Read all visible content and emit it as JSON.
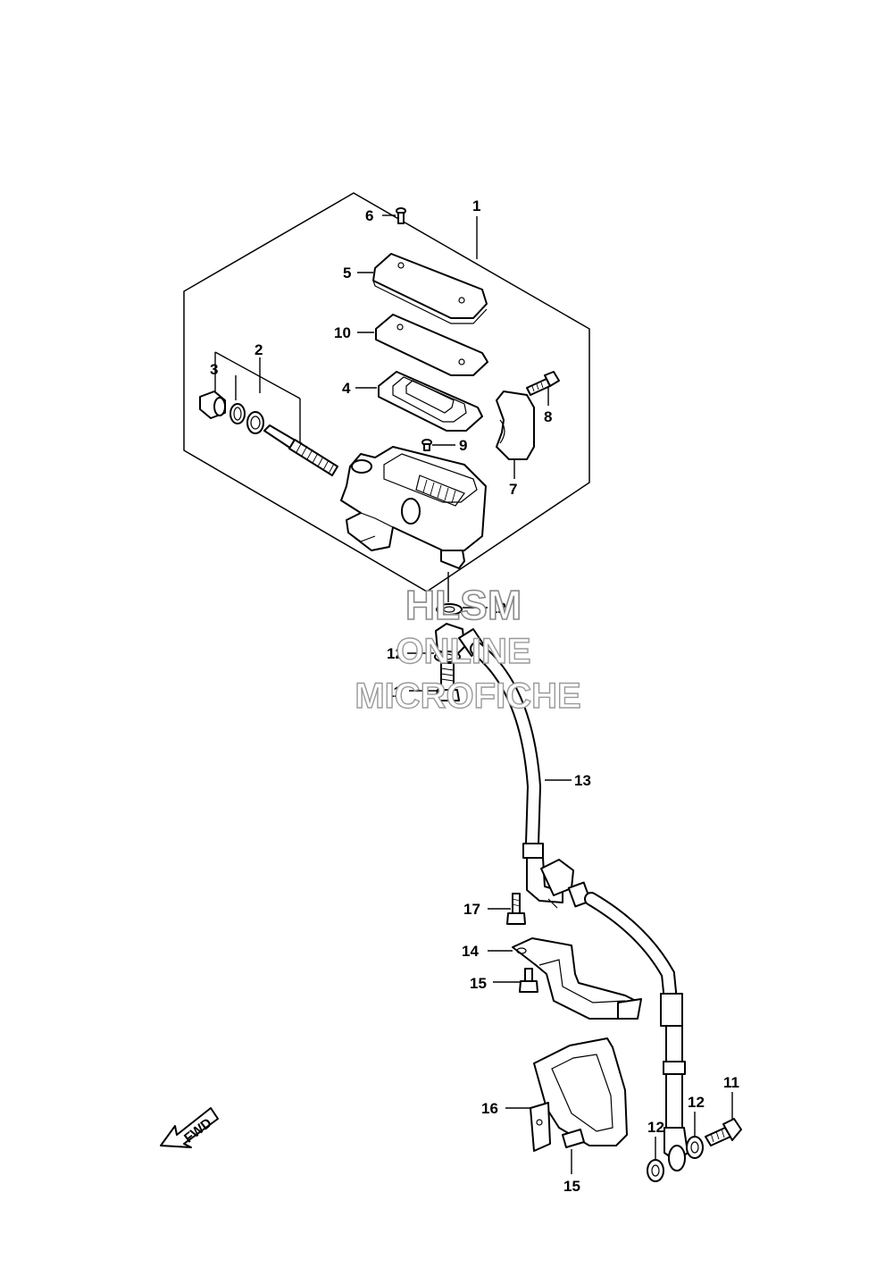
{
  "callouts": {
    "c1": "1",
    "c2": "2",
    "c3": "3",
    "c4": "4",
    "c5": "5",
    "c6": "6",
    "c7": "7",
    "c8": "8",
    "c9": "9",
    "c10": "10",
    "c11a": "11",
    "c11b": "11",
    "c12a": "12",
    "c12b": "12",
    "c12c": "12",
    "c12d": "12",
    "c13": "13",
    "c14": "14",
    "c15a": "15",
    "c15b": "15",
    "c16": "16",
    "c17": "17"
  },
  "watermark": {
    "line1": "HLSM",
    "line2": "ONLINE",
    "line3": "MICROFICHE"
  },
  "fwd_label": "FWD"
}
